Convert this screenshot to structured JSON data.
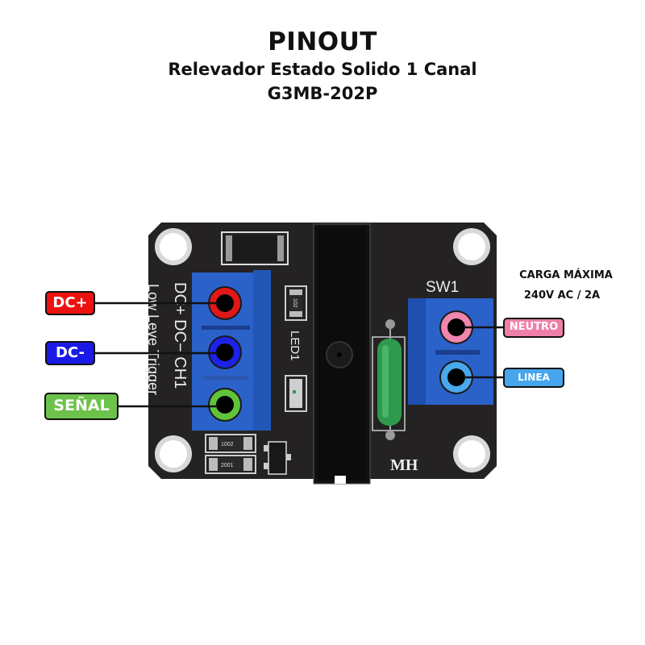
{
  "header": {
    "title": "PINOUT",
    "subtitle": "Relevador Estado Solido 1 Canal",
    "model": "G3MB-202P"
  },
  "pins_left": [
    {
      "label": "DC+",
      "color": "#ee1111",
      "terminal_color": "#e01818"
    },
    {
      "label": "DC-",
      "color": "#1a1ae6",
      "terminal_color": "#1c22e8"
    },
    {
      "label": "SEÑAL",
      "color": "#6cc24a",
      "terminal_color": "#5fc43a"
    }
  ],
  "pins_right": [
    {
      "label": "NEUTRO",
      "color": "#ef7fa8",
      "terminal_color": "#ef86ad"
    },
    {
      "label": "LINEA",
      "color": "#45a6ee",
      "terminal_color": "#4aa8ec"
    }
  ],
  "load_note": {
    "line1": "CARGA MÁXIMA",
    "line2": "240V AC / 2A"
  },
  "board": {
    "silkscreen_left_1": "DC+  DC−  CH1",
    "silkscreen_left_2": "Low Leve  Trigger",
    "led_label": "LED1",
    "switch_label": "SW1",
    "brand": "MH",
    "resistor_1": "102",
    "resistor_2": "1002",
    "resistor_3": "2001",
    "pcb_color": "#222222",
    "terminal_block_color": "#2a66cc"
  }
}
